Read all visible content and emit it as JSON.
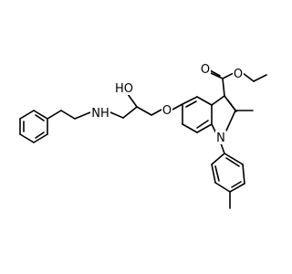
{
  "molecule": {
    "bond_color": "#000000",
    "background": "#ffffff",
    "atom_labels": {
      "hydroxyl": "HO",
      "amine": "NH",
      "ether_oxygen": "O",
      "carbonyl_oxygen": "O",
      "ester_oxygen": "O",
      "indole_nitrogen": "N"
    }
  }
}
